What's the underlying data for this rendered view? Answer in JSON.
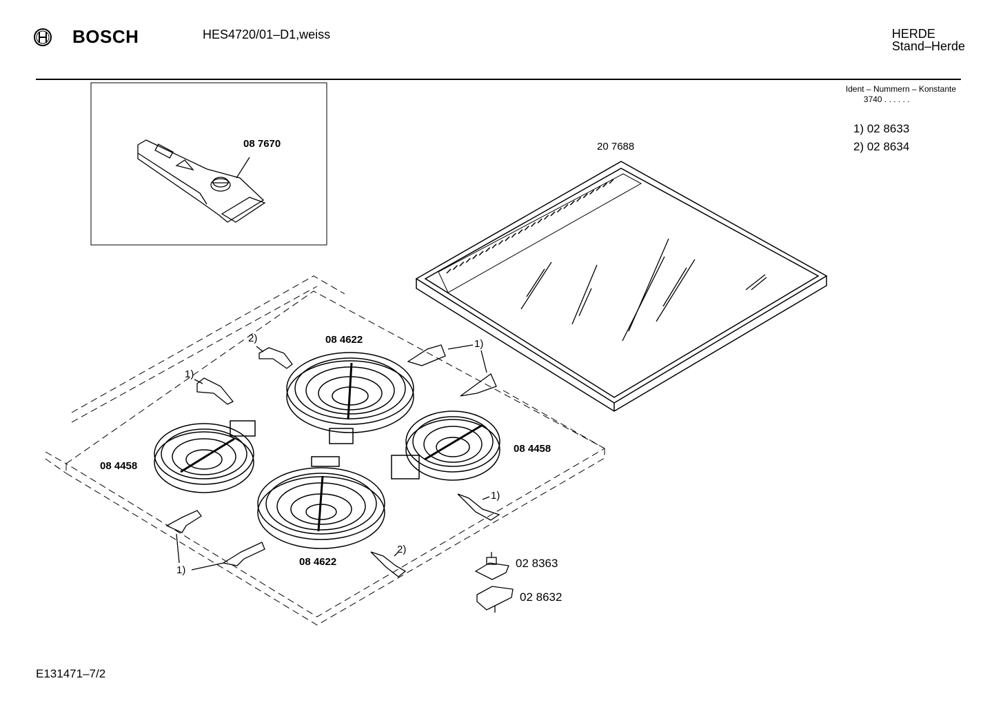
{
  "header": {
    "brand": "BOSCH",
    "model": "HES4720/01–D1,weiss",
    "category_line1": "HERDE",
    "category_line2": "Stand–Herde"
  },
  "ident": {
    "label": "Ident – Nummern – Konstante",
    "value": "3740 . .   . . . ."
  },
  "constants": [
    "1) 02 8633",
    "2) 02 8634"
  ],
  "parts": {
    "scraper": "08 7670",
    "glass_top": "20 7688",
    "burner_back_left": "08 4622",
    "burner_front_left": "08 4622",
    "burner_left_small": "08 4458",
    "burner_right_small": "08 4458",
    "part_a": "02 8363",
    "part_b": "02 8632"
  },
  "callouts": {
    "c1_top_left": "2)",
    "c1_left": "1)",
    "c1_top_right": "1)",
    "c1_right": "1)",
    "c2_front": "2)",
    "c1_front_left": "1)"
  },
  "footer": {
    "doc_id": "E131471–7/2"
  }
}
